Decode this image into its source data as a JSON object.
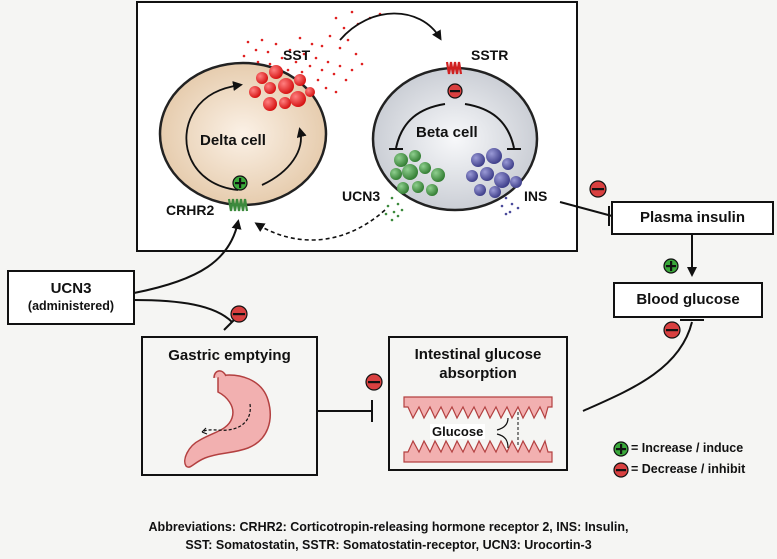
{
  "islet": {
    "delta_cell": "Delta cell",
    "beta_cell": "Beta cell",
    "sst": "SST",
    "sstr": "SSTR",
    "crhr2": "CRHR2",
    "ucn3": "UCN3",
    "ins": "INS"
  },
  "boxes": {
    "ucn3_line1": "UCN3",
    "ucn3_line2": "(administered)",
    "plasma_insulin": "Plasma insulin",
    "blood_glucose": "Blood glucose",
    "gastric_emptying": "Gastric emptying",
    "intestinal_line1": "Intestinal glucose",
    "intestinal_line2": "absorption",
    "glucose": "Glucose"
  },
  "legend": {
    "increase": "= Increase / induce",
    "decrease": "= Decrease / inhibit"
  },
  "abbreviations": {
    "line1": "Abbreviations: CRHR2: Corticotropin-releasing hormone receptor 2, INS: Insulin,",
    "line2": "SST: Somatostatin, SSTR: Somatostatin-receptor, UCN3: Urocortin-3"
  },
  "colors": {
    "sst_red": "#e02020",
    "ucn3_green": "#3c8a3c",
    "ins_purple": "#4a4a9a",
    "inhibit_red": "#d94040",
    "induce_green": "#3aa83a"
  }
}
